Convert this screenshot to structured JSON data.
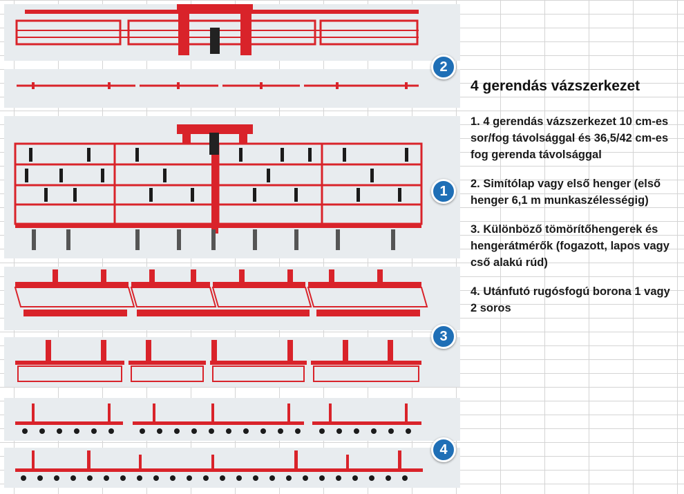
{
  "heading": "4 gerendás vázszerkezet",
  "items": [
    "1. 4 gerendás vázszerkezet 10 cm-es sor/fog távolsággal és 36,5/42 cm-es fog gerenda távolsággal",
    "2. Simítólap vagy első henger (első henger 6,1 m munkaszélességig)",
    "3. Különböző tömörítőhengerek és hengerátmérők (fogazott, lapos vagy cső alakú rúd)",
    "4. Utánfutó rugósfogú borona 1 vagy 2 soros"
  ],
  "badges": [
    "2",
    "1",
    "3",
    "4"
  ],
  "colors": {
    "machine_red": "#d9232a",
    "tine_black": "#1b1b1b",
    "badge_blue": "#1f6fb6",
    "panel_gray": "#e8ecef"
  }
}
